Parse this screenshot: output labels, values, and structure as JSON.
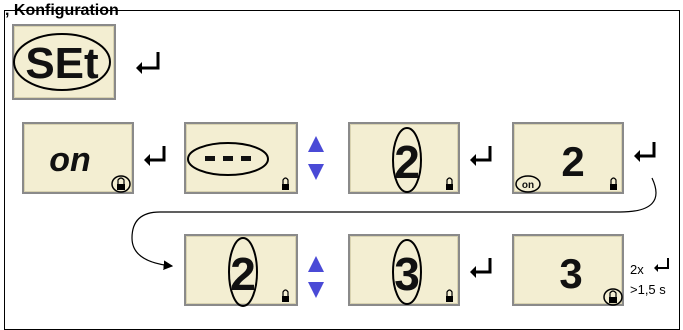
{
  "header": {
    "title": ", Konfiguration"
  },
  "displays": {
    "set": {
      "text": "SEt"
    },
    "on": {
      "text": "on",
      "lock": "lock-icon"
    },
    "dash": {
      "text": "- - -",
      "lock": "lock-icon"
    },
    "twoA": {
      "text": "2",
      "lock": "lock-icon"
    },
    "twoOn": {
      "text": "2",
      "badge": "on",
      "lock": "lock-icon"
    },
    "twoB": {
      "text": "2",
      "lock": "lock-icon"
    },
    "three": {
      "text": "3",
      "lock": "lock-icon"
    },
    "threeFinal": {
      "text": "3",
      "lock": "lock-icon"
    }
  },
  "note": {
    "line1": "2x",
    "line2": ">1,5 s"
  },
  "colors": {
    "lcd_bg": "#f3eed2",
    "arrow_blue": "#4a4ad6",
    "segment": "#111111"
  }
}
